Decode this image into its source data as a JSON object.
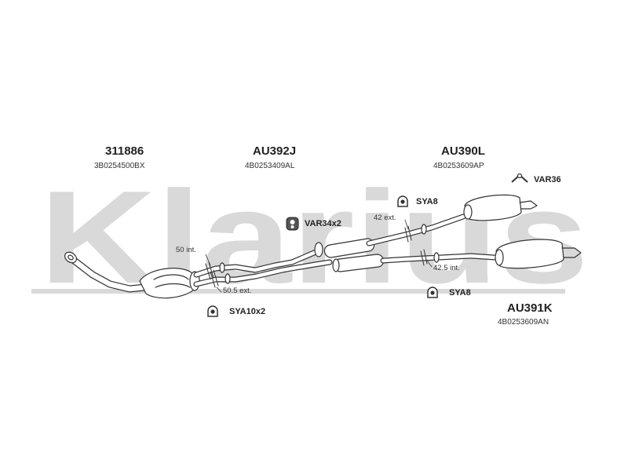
{
  "watermark": {
    "text": "Klarius",
    "color": "#d9d9d9"
  },
  "parts": [
    {
      "part_number": "311886",
      "oem_number": "3B0254500BX"
    },
    {
      "part_number": "AU392J",
      "oem_number": "4B0253409AL"
    },
    {
      "part_number": "AU390L",
      "oem_number": "4B0253609AP"
    },
    {
      "part_number": "AU391K",
      "oem_number": "4B0253609AN"
    }
  ],
  "accessories": [
    {
      "label": "VAR36",
      "icon": "hanger-icon"
    },
    {
      "label": "SYA8",
      "icon": "clamp-icon"
    },
    {
      "label": "VAR34x2",
      "icon": "rubber-mount-icon"
    },
    {
      "label": "SYA8",
      "icon": "clamp-icon"
    },
    {
      "label": "SYA10x2",
      "icon": "clamp-icon"
    }
  ],
  "joint_notes": [
    {
      "text": "50 int."
    },
    {
      "text": "50.5 ext."
    },
    {
      "text": "42 ext."
    },
    {
      "text": "42.5 int."
    }
  ],
  "colors": {
    "line": "#333333",
    "pipe_fill": "#ffffff",
    "watermark": "#d9d9d9"
  }
}
